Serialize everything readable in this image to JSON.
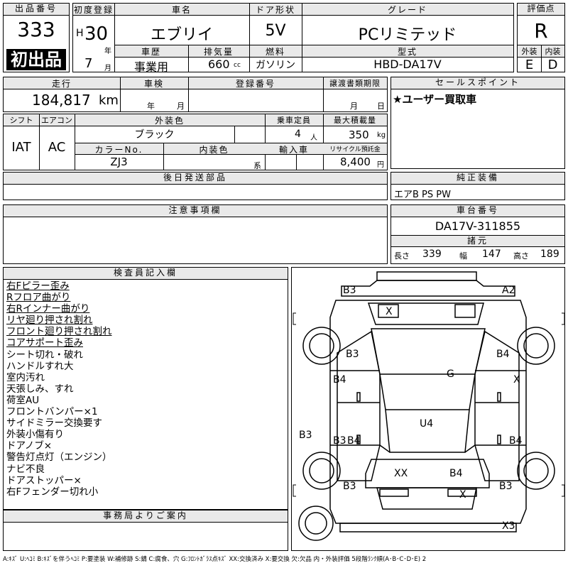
{
  "header": {
    "lot_label": "出品番号",
    "lot_number": "333",
    "first_badge": "初出品",
    "reg_label": "初度登録",
    "era": "H",
    "year": "30",
    "year_unit": "年",
    "month": "7",
    "month_unit": "月",
    "name_label": "車名",
    "name": "エブリイ",
    "door_label": "ドア形状",
    "door": "5V",
    "grade_label": "グレード",
    "grade": "PCリミテッド",
    "score_label": "評価点",
    "score": "R",
    "history_label": "車歴",
    "history": "事業用",
    "displacement_label": "排気量",
    "displacement": "660",
    "displacement_unit": "cc",
    "fuel_label": "燃料",
    "fuel": "ガソリン",
    "model_label": "型式",
    "model": "HBD-DA17V",
    "exterior_label": "外装",
    "exterior": "E",
    "interior_label": "内装",
    "interior": "D"
  },
  "row2": {
    "mileage_label": "走行",
    "mileage": "184,817",
    "mileage_unit": "km",
    "inspection_label": "車検",
    "inspection_year_unit": "年",
    "inspection_month_unit": "月",
    "plate_label": "登録番号",
    "deadline_label": "譲渡書類期限",
    "deadline_month_unit": "月",
    "deadline_day_unit": "日",
    "sales_label": "セールスポイント",
    "sales_point": "★ユーザー買取車"
  },
  "specs": {
    "shift_label": "シフト",
    "shift": "IAT",
    "ac_label": "エアコン",
    "ac": "AC",
    "color_label": "外装色",
    "color": "ブラック",
    "seats_label": "乗車定員",
    "seats": "4",
    "seats_unit": "人",
    "load_label": "最大積載量",
    "load": "350",
    "load_unit": "kg",
    "color_no_label": "カラーNo.",
    "color_no": "ZJ3",
    "interior_color_label": "内装色",
    "interior_color_suffix": "系",
    "import_label": "輸入車",
    "recycle_label": "リサイクル預託金",
    "recycle": "8,400",
    "recycle_unit": "円"
  },
  "later_parts_label": "後日発送部品",
  "equipment": {
    "label": "純正装備",
    "value": "エアB PS PW"
  },
  "caution_label": "注意事項欄",
  "chassis": {
    "label": "車台番号",
    "value": "DA17V-311855"
  },
  "dims": {
    "label": "諸元",
    "length_label": "長さ",
    "length": "339",
    "width_label": "幅",
    "width": "147",
    "height_label": "高さ",
    "height": "189"
  },
  "inspector": {
    "label": "検査員記入欄",
    "notes": [
      {
        "text": "右Fピラー歪み",
        "u": true
      },
      {
        "text": "Rフロア曲がり",
        "u": true
      },
      {
        "text": "右Rインナー曲がり",
        "u": true
      },
      {
        "text": "リヤ廻り押され割れ",
        "u": true
      },
      {
        "text": "フロント廻り押され割れ",
        "u": true
      },
      {
        "text": "コアサポート歪み",
        "u": true
      },
      {
        "text": "シート切れ・破れ",
        "u": false
      },
      {
        "text": "ハンドルすれ大",
        "u": false
      },
      {
        "text": "室内汚れ",
        "u": false
      },
      {
        "text": "天張しみ、すれ",
        "u": false
      },
      {
        "text": "荷室AU",
        "u": false
      },
      {
        "text": "フロントバンパー×1",
        "u": false
      },
      {
        "text": "サイドミラー交換要す",
        "u": false
      },
      {
        "text": "外装小傷有り",
        "u": false
      },
      {
        "text": "ドアノブ×",
        "u": false
      },
      {
        "text": "警告灯点灯（エンジン）",
        "u": false
      },
      {
        "text": "ナビ不良",
        "u": false
      },
      {
        "text": "ドアストッパー×",
        "u": false
      },
      {
        "text": "右Fフェンダー切れ小",
        "u": false
      }
    ]
  },
  "office_label": "事務局よりご案内",
  "legend": "A:ｷｽﾞ U:ﾍｺﾐ B:ｷｽﾞを伴うﾍｺﾐ P:要塗装 W:補修跡 S:錆 C:腐食、穴 G:ﾌﾛﾝﾄｶﾞﾗｽ点ｷｽﾞ XX:交換済み X:要交換 欠:欠品 内・外装評価 5段階ﾗﾝｸ順(A･B･C･D･E) 2",
  "diagram_marks": [
    {
      "text": "B3"
    },
    {
      "text": "A2"
    },
    {
      "text": "X"
    },
    {
      "text": "B3"
    },
    {
      "text": "B4"
    },
    {
      "text": "G"
    },
    {
      "text": "B4"
    },
    {
      "text": "X"
    },
    {
      "text": "U4"
    },
    {
      "text": "B3"
    },
    {
      "text": "B3"
    },
    {
      "text": "B4"
    },
    {
      "text": "B4"
    },
    {
      "text": "XX"
    },
    {
      "text": "B4"
    },
    {
      "text": "B3"
    },
    {
      "text": "X"
    },
    {
      "text": "B3"
    },
    {
      "text": "X3"
    }
  ]
}
